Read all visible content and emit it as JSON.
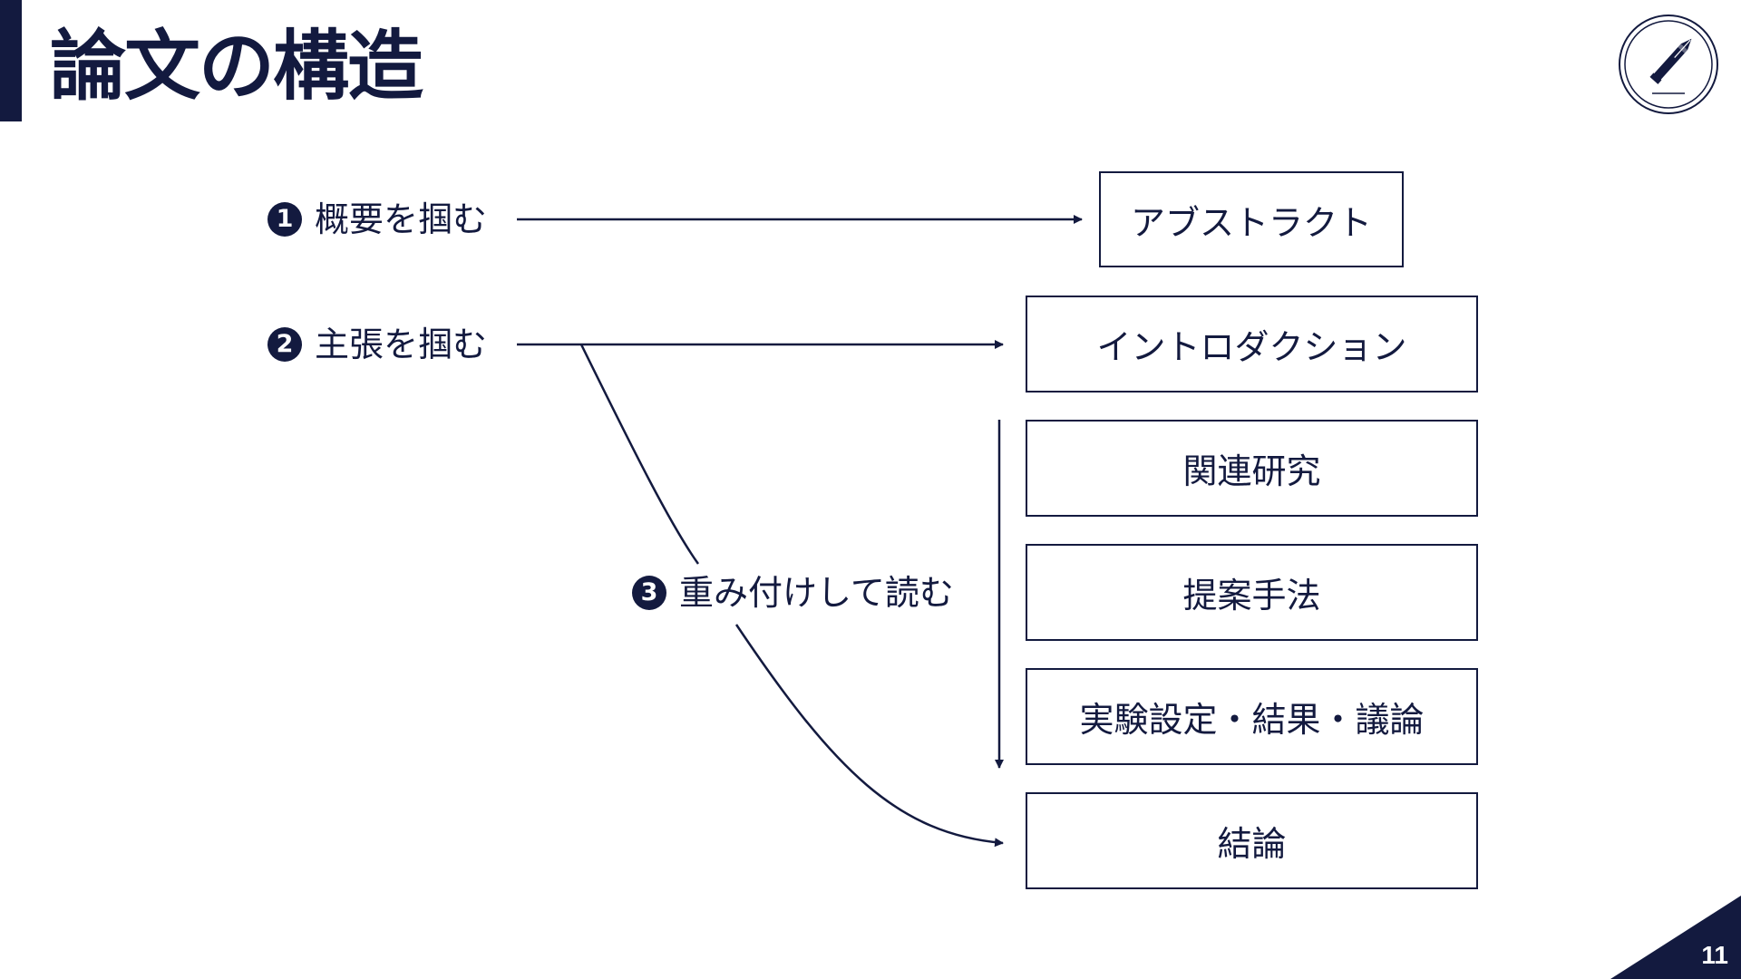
{
  "slide": {
    "title": "論文の構造",
    "page_number": "11",
    "logo_icon": "fountain-pen-icon"
  },
  "steps": [
    {
      "number": "1",
      "label": "概要を掴む"
    },
    {
      "number": "2",
      "label": "主張を掴む"
    },
    {
      "number": "3",
      "label": "重み付けして読む"
    }
  ],
  "sections": [
    "アブストラクト",
    "イントロダクション",
    "関連研究",
    "提案手法",
    "実験設定・結果・議論",
    "結論"
  ],
  "colors": {
    "navy": "#131a3f",
    "background": "#ffffff"
  }
}
